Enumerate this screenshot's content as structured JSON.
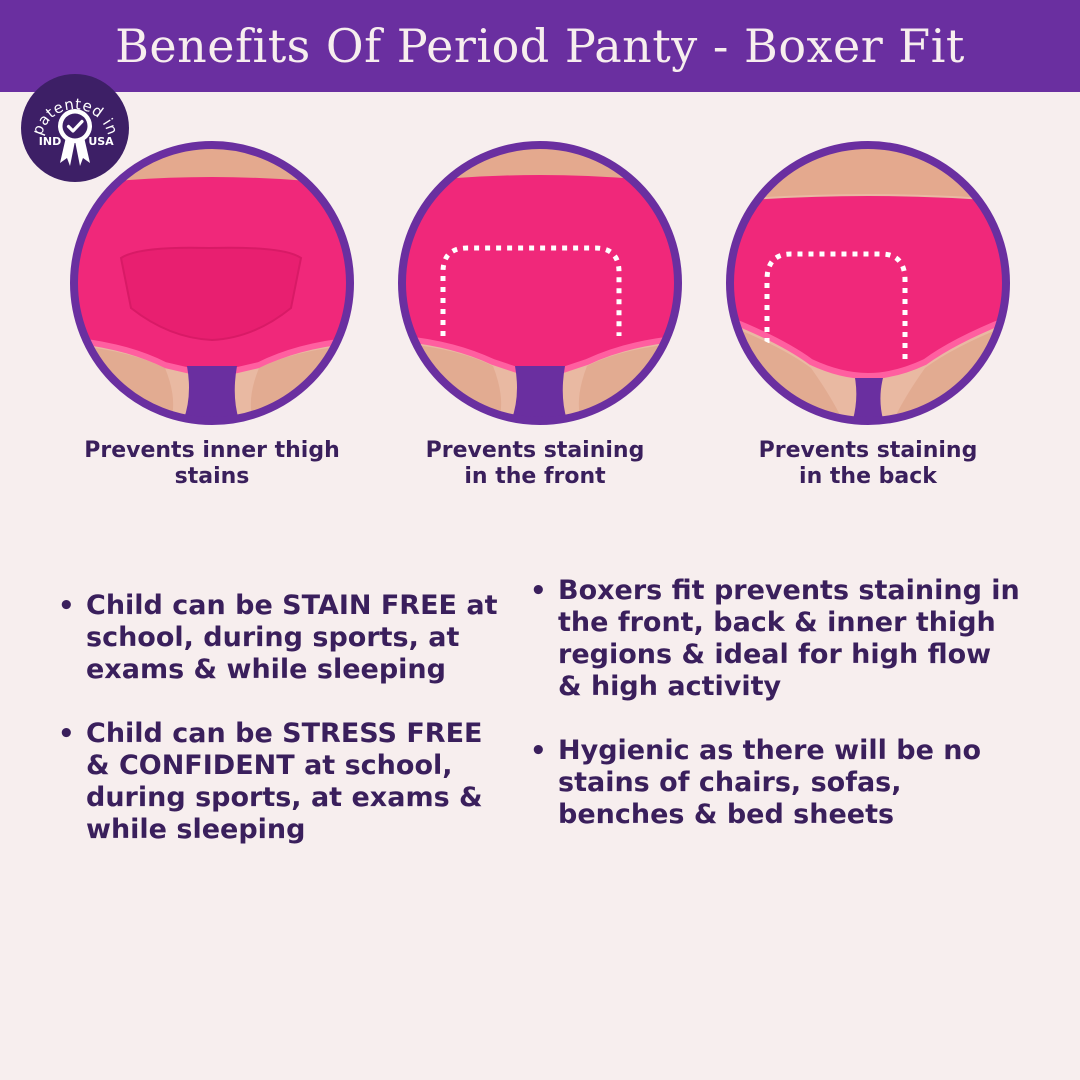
{
  "header": {
    "title": "Benefits Of Period Panty - Boxer Fit"
  },
  "badge": {
    "arc_text": "patented in",
    "left_label": "IND",
    "right_label": "USA",
    "icon": "award-ribbon-check-icon"
  },
  "colors": {
    "banner": "#6a2fa0",
    "background": "#f7eeee",
    "text": "#3a1f5c",
    "garment": "#f0287a",
    "ring": "#6a2fa0"
  },
  "panels": [
    {
      "caption": "Prevents inner thigh\nstains"
    },
    {
      "caption": "Prevents staining\nin the front"
    },
    {
      "caption": "Prevents staining\nin the back"
    }
  ],
  "benefits": {
    "left": [
      "Child can be STAIN FREE at school, during sports, at exams & while sleeping",
      "Child can be STRESS FREE & CONFIDENT at school, during sports, at exams & while sleeping"
    ],
    "right": [
      "Boxers fit prevents staining in the front, back & inner thigh regions & ideal for high flow & high activity",
      "Hygienic as there will be no stains of chairs, sofas, benches & bed sheets"
    ]
  }
}
